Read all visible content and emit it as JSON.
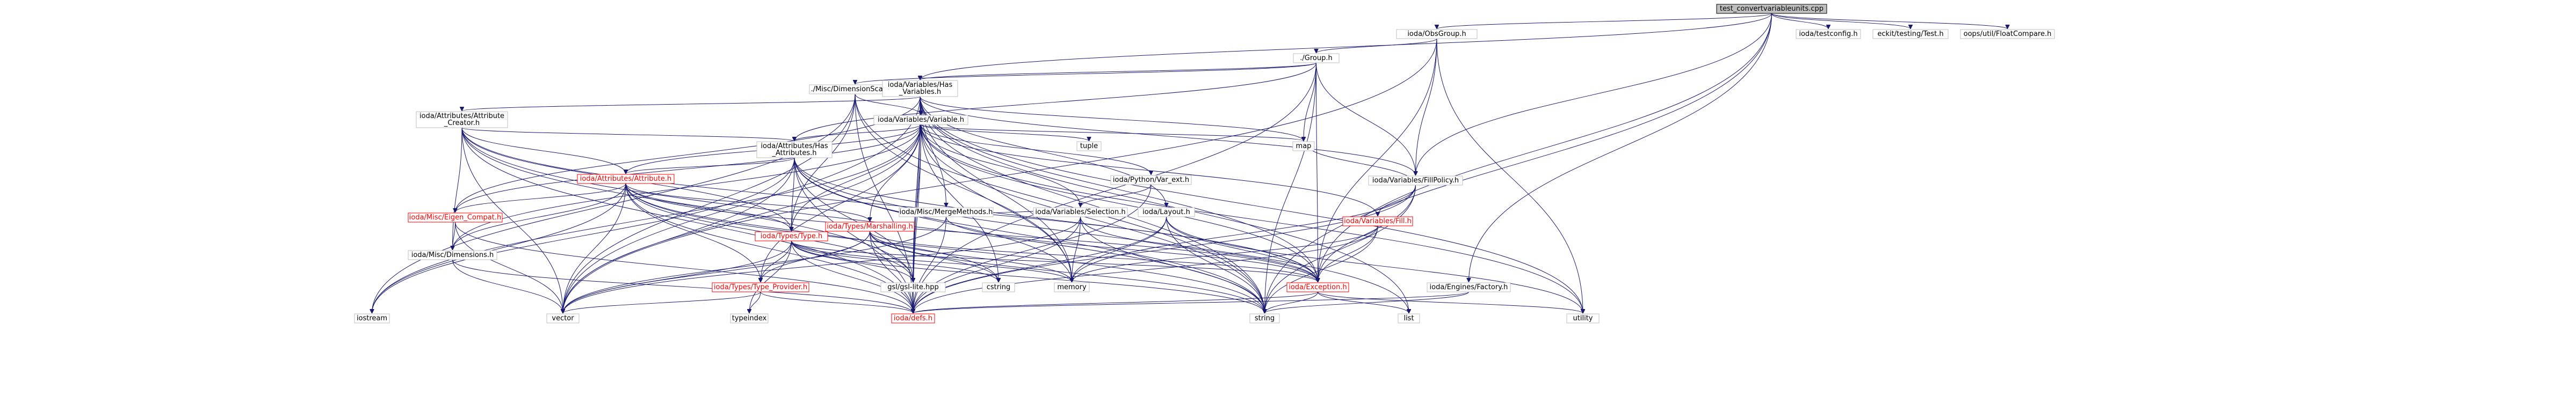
{
  "diagram": {
    "title": "",
    "nodes": [
      {
        "id": "root",
        "lines": [
          "test_convertvariableunits.cpp"
        ],
        "style": "root"
      },
      {
        "id": "obsgroup",
        "lines": [
          "ioda/ObsGroup.h"
        ]
      },
      {
        "id": "testconfig",
        "lines": [
          "ioda/testconfig.h"
        ]
      },
      {
        "id": "eckit_test",
        "lines": [
          "eckit/testing/Test.h"
        ]
      },
      {
        "id": "floatcompare",
        "lines": [
          "oops/util/FloatCompare.h"
        ]
      },
      {
        "id": "group",
        "lines": [
          "./Group.h"
        ]
      },
      {
        "id": "dimscales",
        "lines": [
          "./Misc/DimensionScales.h"
        ]
      },
      {
        "id": "hasvariables",
        "lines": [
          "ioda/Variables/Has",
          "_Variables.h"
        ]
      },
      {
        "id": "attrcreator",
        "lines": [
          "ioda/Attributes/Attribute",
          "_Creator.h"
        ]
      },
      {
        "id": "variable",
        "lines": [
          "ioda/Variables/Variable.h"
        ]
      },
      {
        "id": "hasattributes",
        "lines": [
          "ioda/Attributes/Has",
          "_Attributes.h"
        ]
      },
      {
        "id": "tuple",
        "lines": [
          "tuple"
        ]
      },
      {
        "id": "map",
        "lines": [
          "map"
        ]
      },
      {
        "id": "pythonvarext",
        "lines": [
          "ioda/Python/Var_ext.h"
        ]
      },
      {
        "id": "mergemethods",
        "lines": [
          "ioda/Misc/MergeMethods.h"
        ]
      },
      {
        "id": "fillpolicy",
        "lines": [
          "ioda/Variables/FillPolicy.h"
        ]
      },
      {
        "id": "attribute",
        "lines": [
          "ioda/Attributes/Attribute.h"
        ],
        "style": "red"
      },
      {
        "id": "eigencompat",
        "lines": [
          "ioda/Misc/Eigen_Compat.h"
        ],
        "style": "red"
      },
      {
        "id": "marshalling",
        "lines": [
          "ioda/Types/Marshalling.h"
        ],
        "style": "red"
      },
      {
        "id": "selection",
        "lines": [
          "ioda/Variables/Selection.h"
        ]
      },
      {
        "id": "layout",
        "lines": [
          "ioda/Layout.h"
        ]
      },
      {
        "id": "fill",
        "lines": [
          "ioda/Variables/Fill.h"
        ],
        "style": "red"
      },
      {
        "id": "typeh",
        "lines": [
          "ioda/Types/Type.h"
        ],
        "style": "red"
      },
      {
        "id": "dimensions",
        "lines": [
          "ioda/Misc/Dimensions.h"
        ]
      },
      {
        "id": "typeprovider",
        "lines": [
          "ioda/Types/Type_Provider.h"
        ],
        "style": "red"
      },
      {
        "id": "gsl",
        "lines": [
          "gsl/gsl-lite.hpp"
        ]
      },
      {
        "id": "cstring",
        "lines": [
          "cstring"
        ]
      },
      {
        "id": "memory",
        "lines": [
          "memory"
        ]
      },
      {
        "id": "exception",
        "lines": [
          "ioda/Exception.h"
        ],
        "style": "red"
      },
      {
        "id": "factory",
        "lines": [
          "ioda/Engines/Factory.h"
        ]
      },
      {
        "id": "iostream",
        "lines": [
          "iostream"
        ]
      },
      {
        "id": "vector",
        "lines": [
          "vector"
        ]
      },
      {
        "id": "typeindex",
        "lines": [
          "typeindex"
        ]
      },
      {
        "id": "defs",
        "lines": [
          "ioda/defs.h"
        ],
        "style": "red"
      },
      {
        "id": "string",
        "lines": [
          "string"
        ]
      },
      {
        "id": "list",
        "lines": [
          "list"
        ]
      },
      {
        "id": "utility",
        "lines": [
          "utility"
        ]
      }
    ],
    "edges": [
      [
        "root",
        "obsgroup"
      ],
      [
        "root",
        "testconfig"
      ],
      [
        "root",
        "eckit_test"
      ],
      [
        "root",
        "floatcompare"
      ],
      [
        "root",
        "hasvariables"
      ],
      [
        "root",
        "fillpolicy"
      ],
      [
        "root",
        "exception"
      ],
      [
        "root",
        "factory"
      ],
      [
        "root",
        "string"
      ],
      [
        "obsgroup",
        "group"
      ],
      [
        "obsgroup",
        "fillpolicy"
      ],
      [
        "obsgroup",
        "exception"
      ],
      [
        "obsgroup",
        "vector"
      ],
      [
        "obsgroup",
        "utility"
      ],
      [
        "group",
        "dimscales"
      ],
      [
        "group",
        "hasvariables"
      ],
      [
        "group",
        "hasattributes"
      ],
      [
        "group",
        "map"
      ],
      [
        "group",
        "fillpolicy"
      ],
      [
        "group",
        "exception"
      ],
      [
        "group",
        "defs"
      ],
      [
        "group",
        "string"
      ],
      [
        "dimscales",
        "variable"
      ],
      [
        "dimscales",
        "typeh"
      ],
      [
        "dimscales",
        "defs"
      ],
      [
        "dimscales",
        "memory"
      ],
      [
        "dimscales",
        "string"
      ],
      [
        "dimscales",
        "vector"
      ],
      [
        "dimscales",
        "iostream"
      ],
      [
        "hasvariables",
        "attrcreator"
      ],
      [
        "hasvariables",
        "variable"
      ],
      [
        "hasvariables",
        "mergemethods"
      ],
      [
        "hasvariables",
        "fillpolicy"
      ],
      [
        "hasvariables",
        "layout"
      ],
      [
        "hasvariables",
        "gsl"
      ],
      [
        "hasvariables",
        "map"
      ],
      [
        "hasvariables",
        "memory"
      ],
      [
        "hasvariables",
        "list"
      ],
      [
        "hasvariables",
        "utility"
      ],
      [
        "hasvariables",
        "vector"
      ],
      [
        "hasvariables",
        "string"
      ],
      [
        "hasvariables",
        "exception"
      ],
      [
        "hasvariables",
        "defs"
      ],
      [
        "hasvariables",
        "eigencompat"
      ],
      [
        "attrcreator",
        "hasattributes"
      ],
      [
        "attrcreator",
        "attribute"
      ],
      [
        "attrcreator",
        "typeh"
      ],
      [
        "attrcreator",
        "dimensions"
      ],
      [
        "attrcreator",
        "gsl"
      ],
      [
        "attrcreator",
        "exception"
      ],
      [
        "attrcreator",
        "defs"
      ],
      [
        "attrcreator",
        "vector"
      ],
      [
        "attrcreator",
        "string"
      ],
      [
        "variable",
        "hasattributes"
      ],
      [
        "variable",
        "attribute"
      ],
      [
        "variable",
        "eigencompat"
      ],
      [
        "variable",
        "marshalling"
      ],
      [
        "variable",
        "selection"
      ],
      [
        "variable",
        "fill"
      ],
      [
        "variable",
        "typeh"
      ],
      [
        "variable",
        "typeprovider"
      ],
      [
        "variable",
        "dimensions"
      ],
      [
        "variable",
        "pythonvarext"
      ],
      [
        "variable",
        "tuple"
      ],
      [
        "variable",
        "map"
      ],
      [
        "variable",
        "gsl"
      ],
      [
        "variable",
        "cstring"
      ],
      [
        "variable",
        "memory"
      ],
      [
        "variable",
        "exception"
      ],
      [
        "variable",
        "defs"
      ],
      [
        "variable",
        "iostream"
      ],
      [
        "variable",
        "vector"
      ],
      [
        "variable",
        "string"
      ],
      [
        "variable",
        "utility"
      ],
      [
        "hasattributes",
        "attribute"
      ],
      [
        "hasattributes",
        "typeh"
      ],
      [
        "hasattributes",
        "gsl"
      ],
      [
        "hasattributes",
        "memory"
      ],
      [
        "hasattributes",
        "exception"
      ],
      [
        "hasattributes",
        "defs"
      ],
      [
        "hasattributes",
        "vector"
      ],
      [
        "hasattributes",
        "string"
      ],
      [
        "hasattributes",
        "iostream"
      ],
      [
        "hasattributes",
        "list"
      ],
      [
        "attribute",
        "eigencompat"
      ],
      [
        "attribute",
        "marshalling"
      ],
      [
        "attribute",
        "typeh"
      ],
      [
        "attribute",
        "typeprovider"
      ],
      [
        "attribute",
        "dimensions"
      ],
      [
        "attribute",
        "gsl"
      ],
      [
        "attribute",
        "cstring"
      ],
      [
        "attribute",
        "exception"
      ],
      [
        "attribute",
        "defs"
      ],
      [
        "attribute",
        "vector"
      ],
      [
        "attribute",
        "string"
      ],
      [
        "attribute",
        "iostream"
      ],
      [
        "eigencompat",
        "dimensions"
      ],
      [
        "eigencompat",
        "vector"
      ],
      [
        "eigencompat",
        "defs"
      ],
      [
        "mergemethods",
        "selection"
      ],
      [
        "mergemethods",
        "exception"
      ],
      [
        "mergemethods",
        "defs"
      ],
      [
        "mergemethods",
        "vector"
      ],
      [
        "pythonvarext",
        "selection"
      ],
      [
        "pythonvarext",
        "defs"
      ],
      [
        "fillpolicy",
        "fill"
      ],
      [
        "fillpolicy",
        "exception"
      ],
      [
        "fillpolicy",
        "defs"
      ],
      [
        "fillpolicy",
        "map"
      ],
      [
        "fillpolicy",
        "string"
      ],
      [
        "fillpolicy",
        "memory"
      ],
      [
        "marshalling",
        "typeprovider"
      ],
      [
        "marshalling",
        "exception"
      ],
      [
        "marshalling",
        "gsl"
      ],
      [
        "marshalling",
        "cstring"
      ],
      [
        "marshalling",
        "memory"
      ],
      [
        "marshalling",
        "defs"
      ],
      [
        "marshalling",
        "string"
      ],
      [
        "marshalling",
        "vector"
      ],
      [
        "selection",
        "exception"
      ],
      [
        "selection",
        "defs"
      ],
      [
        "selection",
        "memory"
      ],
      [
        "selection",
        "string"
      ],
      [
        "selection",
        "vector"
      ],
      [
        "layout",
        "exception"
      ],
      [
        "layout",
        "defs"
      ],
      [
        "layout",
        "memory"
      ],
      [
        "layout",
        "string"
      ],
      [
        "layout",
        "utility"
      ],
      [
        "fill",
        "exception"
      ],
      [
        "fill",
        "defs"
      ],
      [
        "fill",
        "string"
      ],
      [
        "fill",
        "memory"
      ],
      [
        "typeh",
        "typeprovider"
      ],
      [
        "typeh",
        "gsl"
      ],
      [
        "typeh",
        "cstring"
      ],
      [
        "typeh",
        "exception"
      ],
      [
        "typeh",
        "defs"
      ],
      [
        "typeh",
        "typeindex"
      ],
      [
        "typeh",
        "memory"
      ],
      [
        "typeh",
        "string"
      ],
      [
        "typeh",
        "vector"
      ],
      [
        "dimensions",
        "defs"
      ],
      [
        "dimensions",
        "vector"
      ],
      [
        "typeprovider",
        "typeindex"
      ],
      [
        "typeprovider",
        "defs"
      ],
      [
        "typeprovider",
        "vector"
      ],
      [
        "exception",
        "list"
      ],
      [
        "exception",
        "defs"
      ],
      [
        "exception",
        "string"
      ],
      [
        "exception",
        "utility"
      ],
      [
        "factory",
        "defs"
      ],
      [
        "factory",
        "string"
      ]
    ]
  }
}
